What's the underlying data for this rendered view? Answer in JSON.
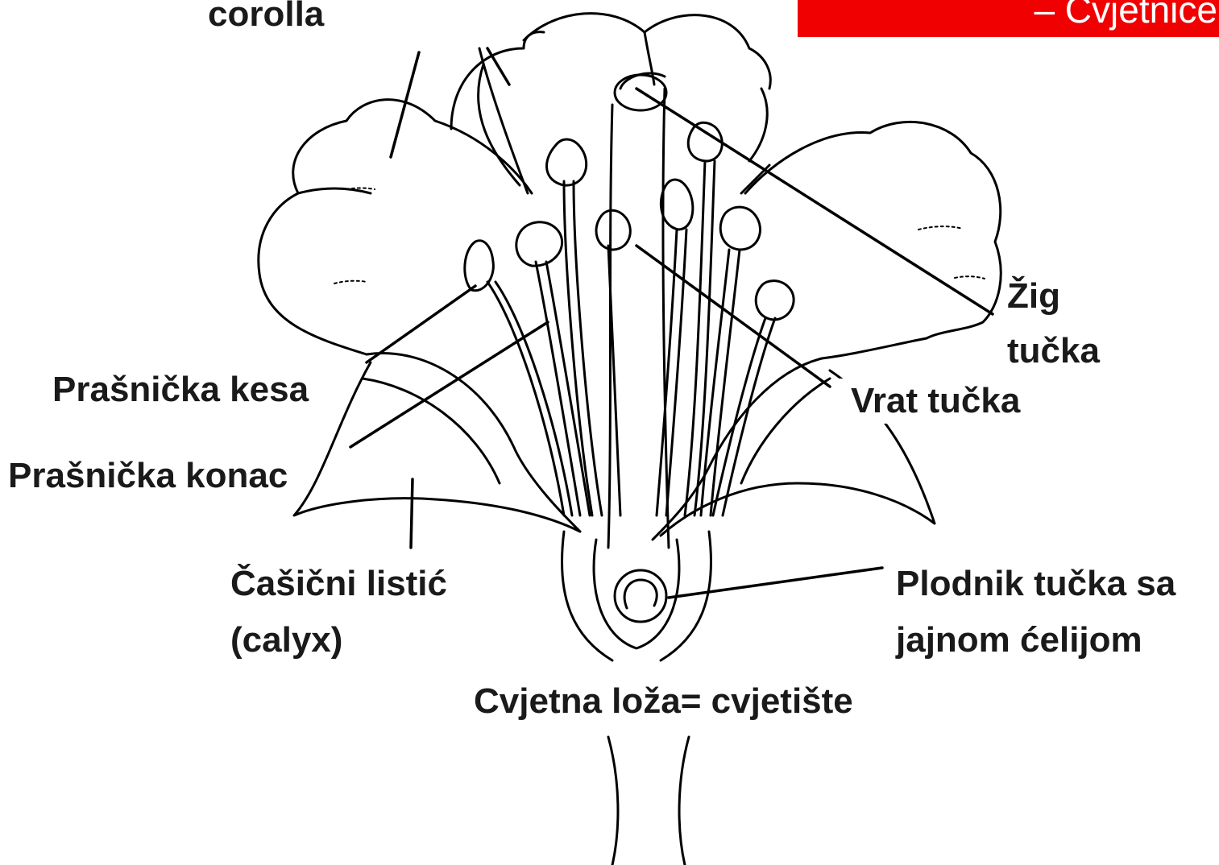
{
  "banner": {
    "text": "– Cvjetnice",
    "color": "#f00000"
  },
  "labels": {
    "corolla": "corolla",
    "zig_line1": "Žig",
    "zig_line2": "tučka",
    "vrat_tucka": "Vrat tučka",
    "prasnicka_kesa": "Prašnička kesa",
    "prasnicka_konac": "Prašnička konac",
    "casicni_line1": "Čašični listić",
    "casicni_line2": "(calyx)",
    "plodnik_line1": "Plodnik tučka sa",
    "plodnik_line2": "jajnom ćelijom",
    "cvjetna_loza": "Cvjetna loža= cvjetište"
  }
}
